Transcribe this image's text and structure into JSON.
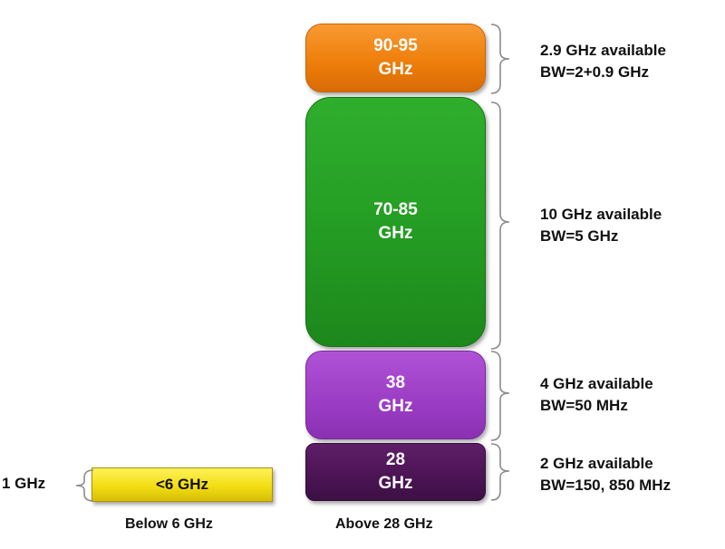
{
  "bands": [
    {
      "label_line1": "90-95",
      "label_line2": "GHz",
      "color": "#ef7f0b",
      "note_line1": "2.9 GHz available",
      "note_line2": "BW=2+0.9 GHz"
    },
    {
      "label_line1": "70-85",
      "label_line2": "GHz",
      "color": "#239a22",
      "note_line1": "10 GHz available",
      "note_line2": "BW=5 GHz"
    },
    {
      "label_line1": "38",
      "label_line2": "GHz",
      "color": "#9b3dc4",
      "note_line1": "4 GHz available",
      "note_line2": "BW=50 MHz"
    },
    {
      "label_line1": "28",
      "label_line2": "GHz",
      "color": "#4b1454",
      "note_line1": "2 GHz available",
      "note_line2": "BW=150, 850 MHz"
    }
  ],
  "below6": {
    "label": "<6 GHz",
    "color": "#f3dd12",
    "note": "1 GHz"
  },
  "captions": {
    "left": "Below 6 GHz",
    "right": "Above 28 GHz"
  }
}
